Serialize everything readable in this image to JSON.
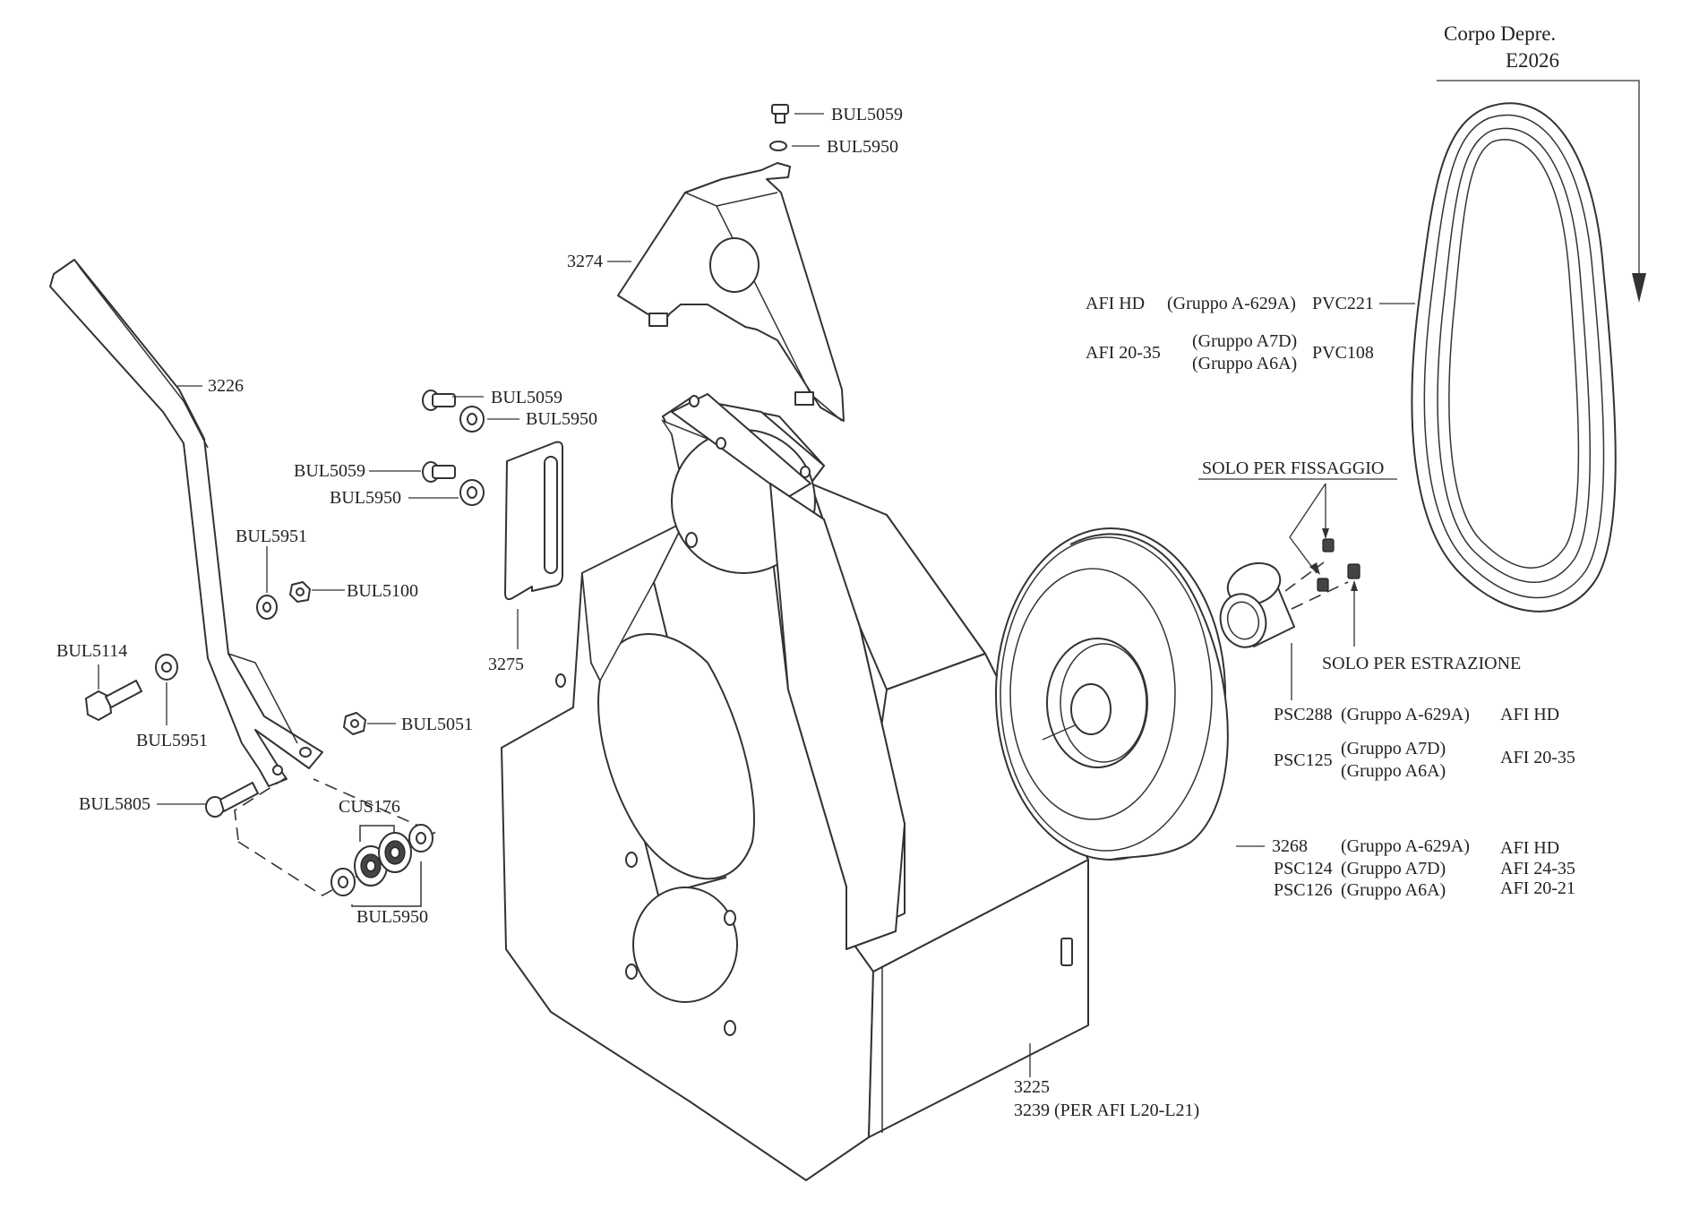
{
  "corpo": {
    "line1": "Corpo Depre.",
    "line2": "E2026"
  },
  "top_fasteners": {
    "screw": "BUL5059",
    "washer": "BUL5950"
  },
  "cover": {
    "code": "3274"
  },
  "plate": {
    "code": "3275"
  },
  "plate_fasteners": [
    {
      "screw": "BUL5059",
      "washer": "BUL5950"
    },
    {
      "screw": "BUL5059",
      "washer": "BUL5950"
    }
  ],
  "lever": {
    "code": "3226",
    "washer_top": "BUL5951",
    "nut_top": "BUL5100",
    "bolt": "BUL5114",
    "washer_left": "BUL5951",
    "nut_bottom": "BUL5051",
    "bolt_bottom": "BUL5805",
    "bearing": "CUS176",
    "bearing_washer": "BUL5950"
  },
  "housing": {
    "code_line1": "3225",
    "code_line2": "3239  (PER AFI L20-L21)"
  },
  "belt": {
    "rows": [
      {
        "model": "AFI HD",
        "group": "(Gruppo A-629A)",
        "code": "PVC221"
      },
      {
        "model": "AFI 20-35",
        "group_line1": "(Gruppo A7D)",
        "group_line2": "(Gruppo A6A)",
        "code": "PVC108"
      }
    ]
  },
  "notes": {
    "fixing": "SOLO PER FISSAGGIO",
    "extraction": "SOLO PER ESTRAZIONE"
  },
  "bushing": {
    "rows": [
      {
        "code": "PSC288",
        "group": "(Gruppo A-629A)",
        "model": "AFI HD"
      },
      {
        "code": "PSC125",
        "group_line1": "(Gruppo A7D)",
        "group_line2": "(Gruppo A6A)",
        "model": "AFI 20-35"
      }
    ]
  },
  "pulley": {
    "rows": [
      {
        "code": "3268",
        "group": "(Gruppo A-629A)",
        "model": "AFI HD"
      },
      {
        "code": "PSC124",
        "group": "(Gruppo A7D)",
        "model": "AFI 24-35"
      },
      {
        "code": "PSC126",
        "group": "(Gruppo A6A)",
        "model": "AFI 20-21"
      }
    ]
  }
}
